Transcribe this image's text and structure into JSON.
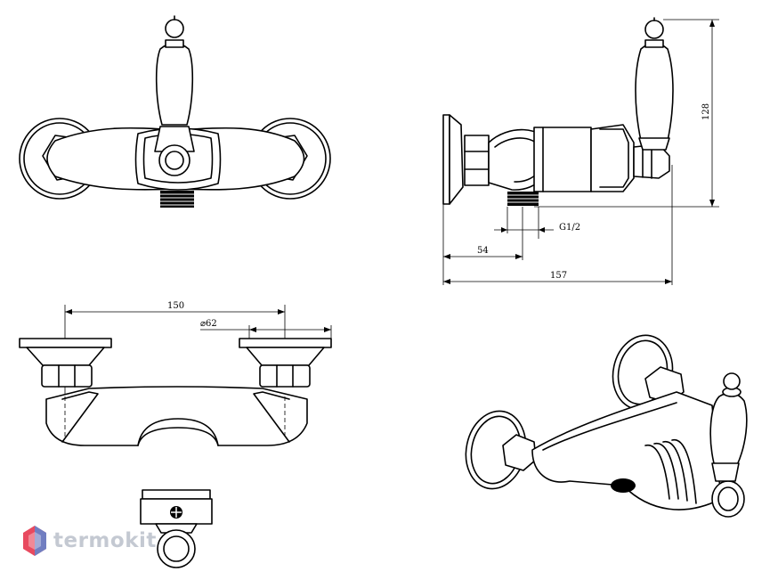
{
  "drawing": {
    "dimensions": {
      "height_128": "128",
      "thread_g12": "G1/2",
      "depth_54": "54",
      "depth_157": "157",
      "width_150": "150",
      "diameter_62": "⌀62"
    }
  },
  "brand": {
    "name": "termokit",
    "logo_color": "#e84a5f",
    "logo_color_2": "#4a90e2",
    "text_color": "#c4c9d2"
  }
}
